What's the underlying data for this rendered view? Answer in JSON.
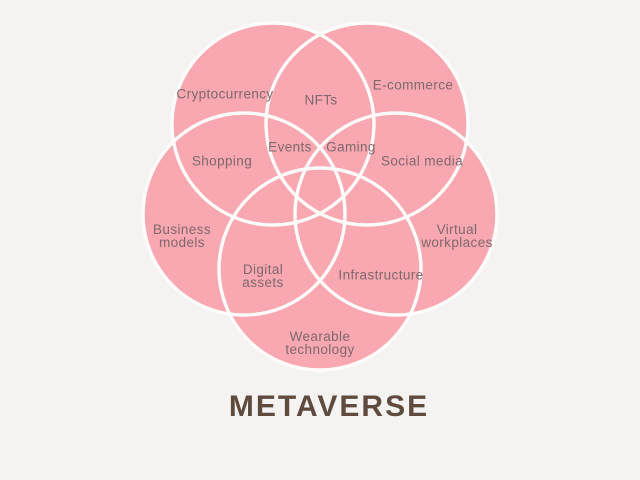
{
  "title": "METAVERSE",
  "colors": {
    "background": "#f4f3f2",
    "circle_fill": "#f9a7b0",
    "circle_outline": "#fdfcfb",
    "label_text": "#7d696e",
    "title_text": "#5e4b3e"
  },
  "venn": {
    "type": "venn-diagram-5-circles",
    "circle_sets": [
      "Cryptocurrency",
      "E-commerce",
      "Business models",
      "Virtual workplaces",
      "Wearable technology"
    ],
    "labels": [
      {
        "text": "Cryptocurrency",
        "kind": "circle"
      },
      {
        "text": "NFTs",
        "kind": "overlap"
      },
      {
        "text": "E-commerce",
        "kind": "circle"
      },
      {
        "text": "Events",
        "kind": "overlap"
      },
      {
        "text": "Gaming",
        "kind": "overlap"
      },
      {
        "text": "Shopping",
        "kind": "overlap"
      },
      {
        "text": "Social media",
        "kind": "overlap"
      },
      {
        "text": "Business\nmodels",
        "kind": "circle"
      },
      {
        "text": "Virtual\nworkplaces",
        "kind": "circle"
      },
      {
        "text": "Digital\nassets",
        "kind": "overlap"
      },
      {
        "text": "Infrastructure",
        "kind": "overlap"
      },
      {
        "text": "Wearable\ntechnology",
        "kind": "circle"
      }
    ]
  }
}
